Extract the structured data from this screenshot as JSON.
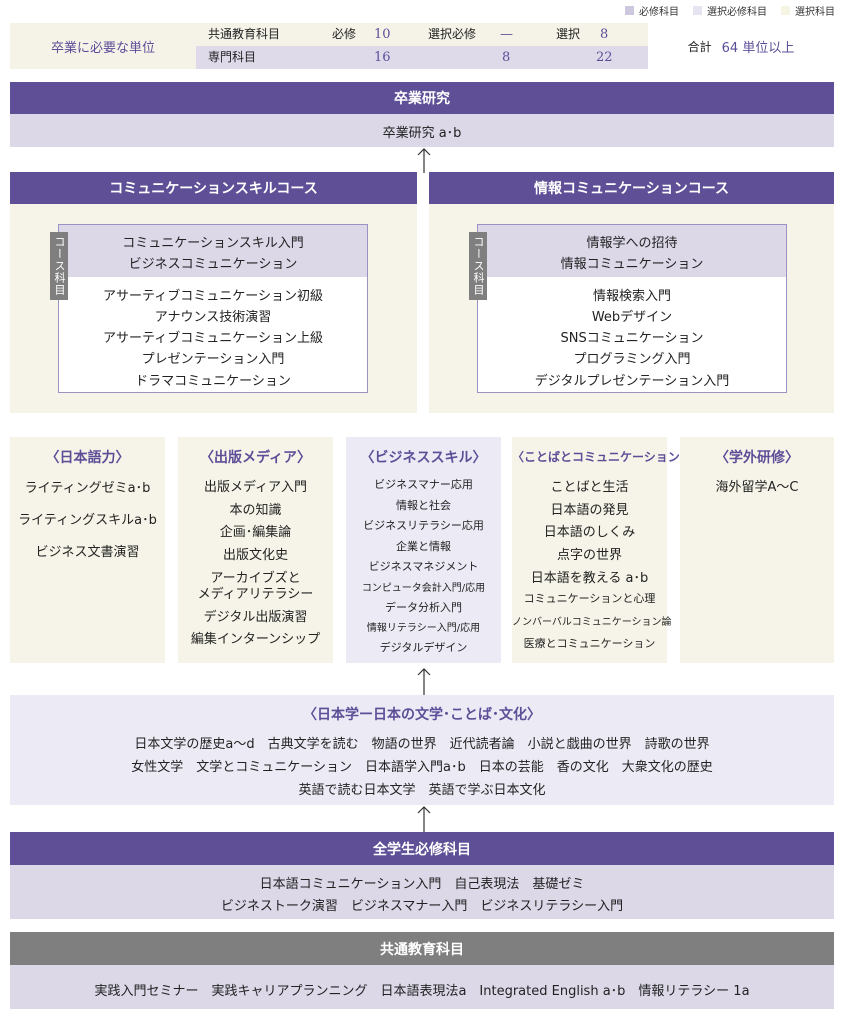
{
  "legend": [
    {
      "label": "必修科目",
      "color": "#cdc8e0"
    },
    {
      "label": "選択必修科目",
      "color": "#e6e4f0"
    },
    {
      "label": "選択科目",
      "color": "#f6f4e2"
    }
  ],
  "requirements": {
    "label": "卒業に必要な単位",
    "rows": [
      {
        "category": "共通教育科目",
        "required": "10",
        "elective_required": "—",
        "elective": "8"
      },
      {
        "category": "専門科目",
        "required": "16",
        "elective_required": "8",
        "elective": "22"
      }
    ],
    "col_required": "必修",
    "col_elective_required": "選択必修",
    "col_elective": "選択",
    "total_label": "合計",
    "total_value": "64 単位以上"
  },
  "graduation": {
    "title": "卒業研究",
    "course": "卒業研究 a･b"
  },
  "course_comm": {
    "title": "コミュニケーションスキルコース",
    "vlabel": "コース科目",
    "core": [
      "コミュニケーションスキル入門",
      "ビジネスコミュニケーション"
    ],
    "items": [
      "アサーティブコミュニケーション初級",
      "アナウンス技術演習",
      "アサーティブコミュニケーション上級",
      "プレゼンテーション入門",
      "ドラマコミュニケーション"
    ]
  },
  "course_info": {
    "title": "情報コミュニケーションコース",
    "vlabel": "コース科目",
    "core": [
      "情報学への招待",
      "情報コミュニケーション"
    ],
    "items": [
      "情報検索入門",
      "Webデザイン",
      "SNSコミュニケーション",
      "プログラミング入門",
      "デジタルプレゼンテーション入門"
    ]
  },
  "categories": [
    {
      "title": "〈日本語力〉",
      "items": [
        "ライティングゼミa･b",
        "ライティングスキルa･b",
        "ビジネス文書演習"
      ]
    },
    {
      "title": "〈出版メディア〉",
      "items": [
        "出版メディア入門",
        "本の知識",
        "企画･編集論",
        "出版文化史",
        "アーカイブズと",
        "メディアリテラシー",
        "デジタル出版演習",
        "編集インターンシップ"
      ]
    },
    {
      "title": "〈ビジネススキル〉",
      "items": [
        "ビジネスマナー応用",
        "情報と社会",
        "ビジネスリテラシー応用",
        "企業と情報",
        "ビジネスマネジメント",
        "コンピュータ会計入門/応用",
        "データ分析入門",
        "情報リテラシー入門/応用",
        "デジタルデザイン"
      ]
    },
    {
      "title": "〈ことばとコミュニケーション〉",
      "items": [
        "ことばと生活",
        "日本語の発見",
        "日本語のしくみ",
        "点字の世界",
        "日本語を教える a･b",
        "コミュニケーションと心理",
        "ノンバーバルコミュニケーション論",
        "医療とコミュニケーション"
      ]
    },
    {
      "title": "〈学外研修〉",
      "items": [
        "海外留学A～C"
      ]
    }
  ],
  "japanese_studies": {
    "title": "〈日本学ー日本の文学･ことば･文化〉",
    "lines": [
      "日本文学の歴史a～d　古典文学を読む　物語の世界　近代読者論　小説と戯曲の世界　詩歌の世界",
      "女性文学　文学とコミュニケーション　日本語学入門a･b　日本の芸能　香の文化　大衆文化の歴史",
      "英語で読む日本文学　英語で学ぶ日本文化"
    ]
  },
  "all_required": {
    "title": "全学生必修科目",
    "lines": [
      "日本語コミュニケーション入門　自己表現法　基礎ゼミ",
      "ビジネストーク演習　ビジネスマナー入門　ビジネスリテラシー入門"
    ]
  },
  "common": {
    "title": "共通教育科目",
    "line": "実践入門セミナー　実践キャリアプランニング　日本語表現法a　Integrated English a･b　情報リテラシー 1a"
  }
}
